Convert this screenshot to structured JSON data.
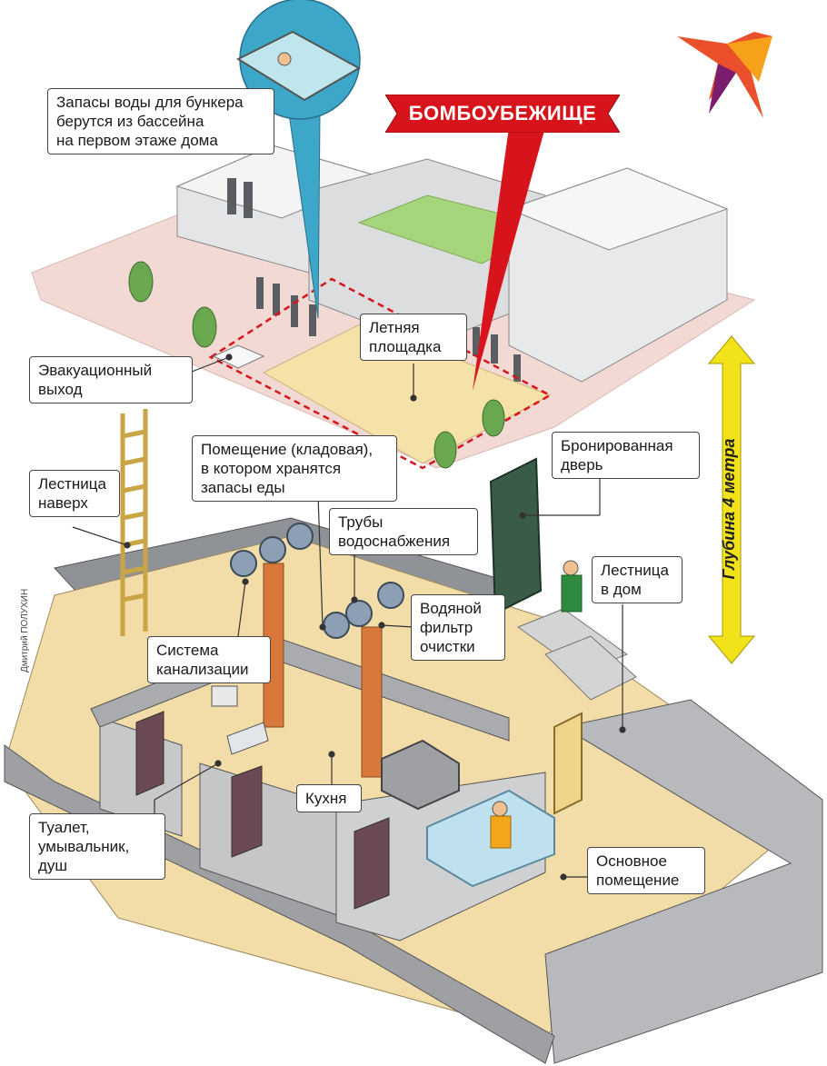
{
  "title": "БОМБОУБЕЖИЩЕ",
  "depth_label": "Глубина 4 метра",
  "credit": "Дмитрий ПОЛУХИН",
  "labels": {
    "water_pool": "Запасы воды для бункера\nберутся из бассейна\nна первом этаже дома",
    "summer_area": "Летняя\nплощадка",
    "evac_exit": "Эвакуационный\nвыход",
    "storage": "Помещение (кладовая),\nв котором хранятся\nзапасы еды",
    "ladder_up": "Лестница\nнаверх",
    "water_pipes": "Трубы\nводоснабжения",
    "armored_door": "Бронированная\nдверь",
    "stairs_home": "Лестница\nв дом",
    "sewage": "Система\nканализации",
    "water_filter": "Водяной\nфильтр\nочистки",
    "kitchen": "Кухня",
    "toilet": "Туалет,\nумывальник,\nдуш",
    "main_room": "Основное\nпомещение"
  },
  "colors": {
    "title_red": "#d7141b",
    "depth_arrow": "#f1e21a",
    "floor": "#f2dca8",
    "wall": "#b7b9bc",
    "pipe": "#d8783a",
    "grass": "#a6d67c",
    "ground": "#f3d9d3"
  },
  "icons": [
    "bird-logo-icon",
    "pool-icon",
    "tree-icon",
    "ladder-icon",
    "door-icon",
    "person-icon",
    "sofa-icon",
    "stove-icon",
    "sink-icon",
    "toilet-icon",
    "cabinet-icon"
  ]
}
